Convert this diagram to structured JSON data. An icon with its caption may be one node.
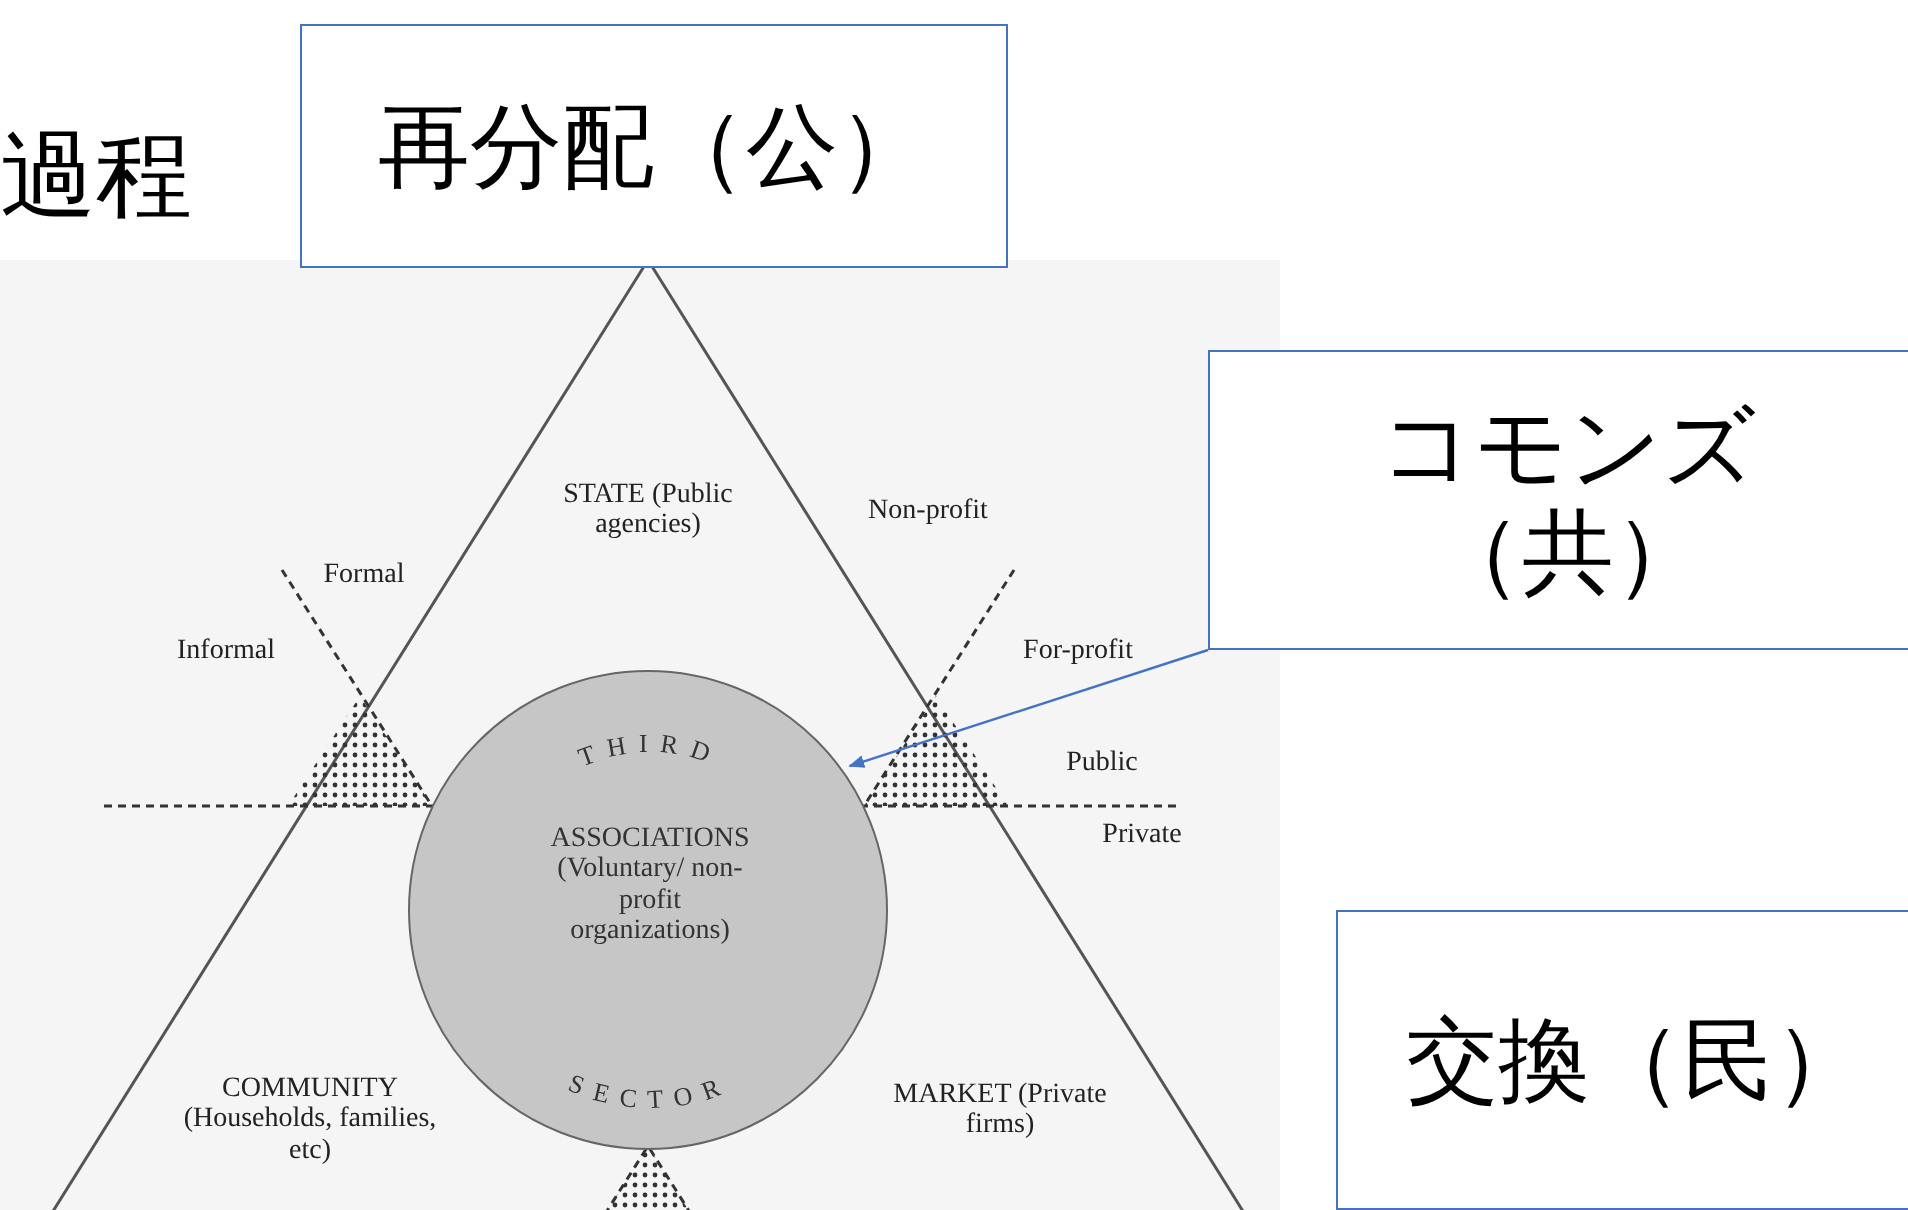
{
  "diagram": {
    "nodes": [
      {
        "text": [
          "再分配（公）"
        ]
      },
      {
        "text": [
          "コモンズ（共）"
        ]
      },
      {
        "text": [
          "交換（民）"
        ]
      },
      {
        "text": [
          "THIRD",
          "ASSOCIATIONS (Voluntary/ non-profit organizations)",
          "SECTOR"
        ]
      }
    ],
    "edges": [
      {
        "from": 1,
        "to": 3,
        "arrow": "to",
        "color": "#4472c4"
      }
    ],
    "labels": [
      "過程",
      "STATE (Public agencies)",
      "Non-profit",
      "Formal",
      "Informal",
      "For-profit",
      "Public",
      "Private",
      "COMMUNITY (Households, families, etc)",
      "MARKET (Private firms)"
    ]
  }
}
